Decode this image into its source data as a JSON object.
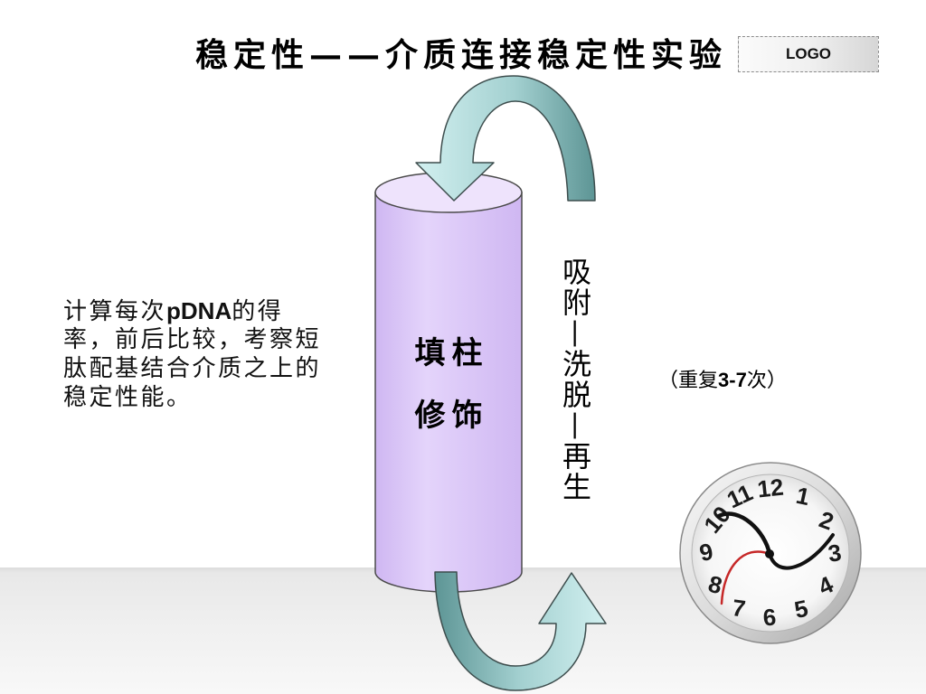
{
  "slide": {
    "title": "稳定性——介质连接稳定性实验",
    "logo_text": "LOGO"
  },
  "note": {
    "lines": [
      [
        "计算每次",
        "pDNA",
        "的得"
      ],
      [
        "率，前后比较，考察短"
      ],
      [
        "肽配基结合介质之上的"
      ],
      [
        "稳定性能。"
      ]
    ]
  },
  "column": {
    "label": [
      "填柱",
      "修饰"
    ]
  },
  "cycle": {
    "steps": "吸附—洗脱—再生",
    "repeat_open": "（重复",
    "repeat_count": "3-7",
    "repeat_close": "次）"
  },
  "clock": {
    "numerals": [
      "12",
      "1",
      "2",
      "3",
      "4",
      "5",
      "6",
      "7",
      "8",
      "9",
      "10",
      "11"
    ]
  },
  "colors": {
    "cylinder_body": "#e4d4fb",
    "cylinder_edge": "#cfb7f2",
    "cylinder_top": "#eee3fc",
    "arrow_light": "#d2f0f0",
    "arrow_mid": "#a3d0d0",
    "arrow_dark": "#5d9595",
    "clock_second_hand": "#c62828"
  }
}
